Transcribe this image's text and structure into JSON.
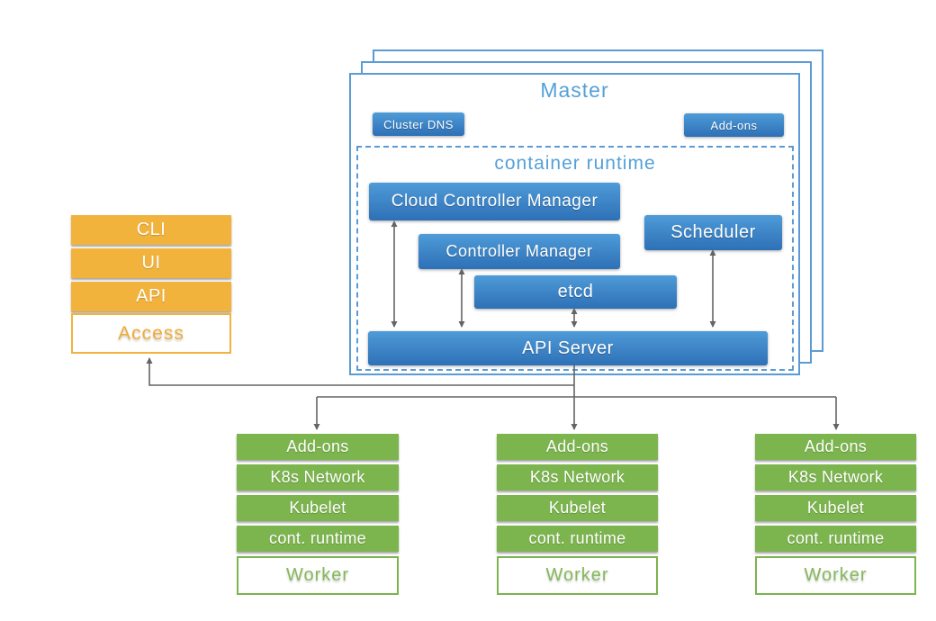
{
  "theme": {
    "master_border": "#5b9bd5",
    "blue_grad_top": "#4f9bd8",
    "blue_grad_bottom": "#2d70b6",
    "title_blue": "#55a0d8",
    "orange": "#f2b33d",
    "orange_text": "#f0ac33",
    "green": "#7cb44e",
    "green_text": "#85b95b",
    "arrow": "#646464"
  },
  "master": {
    "title": "Master",
    "cluster_dns_label": "Cluster DNS",
    "addons_label": "Add-ons",
    "container_runtime": {
      "title": "container runtime",
      "cloud_controller_manager": "Cloud Controller Manager",
      "controller_manager": "Controller Manager",
      "scheduler": "Scheduler",
      "etcd": "etcd",
      "api_server": "API Server"
    }
  },
  "access_stack": {
    "items": [
      {
        "label": "CLI"
      },
      {
        "label": "UI"
      },
      {
        "label": "API"
      }
    ],
    "footer_label": "Access"
  },
  "workers": [
    {
      "rows": [
        "Add-ons",
        "K8s Network",
        "Kubelet",
        "cont. runtime"
      ],
      "footer_label": "Worker"
    },
    {
      "rows": [
        "Add-ons",
        "K8s Network",
        "Kubelet",
        "cont. runtime"
      ],
      "footer_label": "Worker"
    },
    {
      "rows": [
        "Add-ons",
        "K8s Network",
        "Kubelet",
        "cont. runtime"
      ],
      "footer_label": "Worker"
    }
  ]
}
